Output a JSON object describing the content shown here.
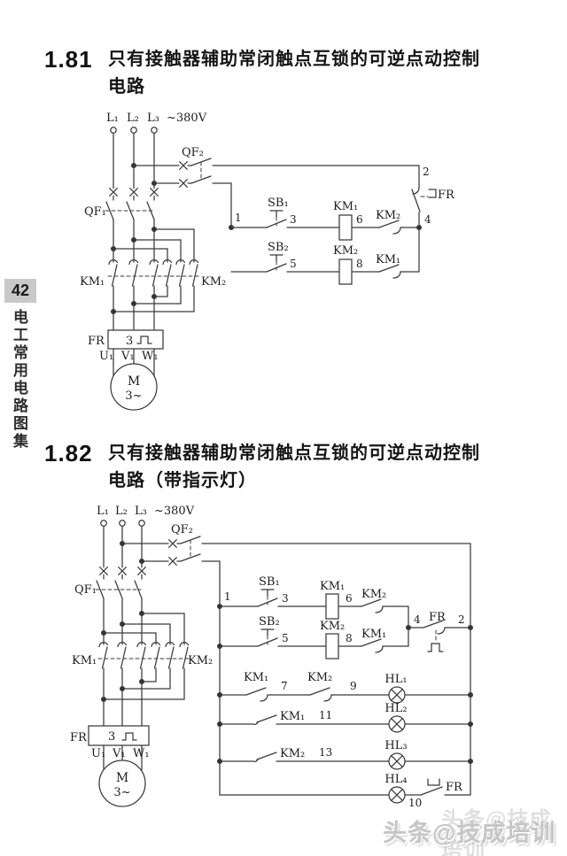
{
  "sidebar": {
    "page_number": "42",
    "book_title": "电工常用电路图集"
  },
  "watermark": {
    "text": "头条@技成培训"
  },
  "sections": {
    "s81": {
      "number": "1.81",
      "title_line1": "只有接触器辅助常闭触点互锁的可逆点动控制",
      "title_line2": "电路"
    },
    "s82": {
      "number": "1.82",
      "title_line1": "只有接触器辅助常闭触点互锁的可逆点动控制",
      "title_line2": "电路（带指示灯）"
    }
  },
  "colors": {
    "line": "#3a3a3a",
    "page_number_bg": "#c9c9c9",
    "watermark": "#c6c6c6"
  },
  "d81": {
    "phase_l1": "L₁",
    "phase_l2": "L₂",
    "phase_l3": "L₃",
    "voltage": "~380V",
    "qf2": "QF₂",
    "qf1": "QF₁",
    "node1": "1",
    "node2": "2",
    "node3": "3",
    "node4": "4",
    "node5": "5",
    "node6": "6",
    "node8": "8",
    "sb1": "SB₁",
    "sb2": "SB₂",
    "km1_coil": "KM₁",
    "km2_coil": "KM₂",
    "km2_interlock": "KM₂",
    "km1_interlock": "KM₁",
    "fr_contact": "FR",
    "km1_main": "KM₁",
    "km2_main": "KM₂",
    "fr_relay": "FR",
    "fr_poles": "3",
    "u1": "U₁",
    "v1": "V₁",
    "w1": "W₁",
    "motor": "M",
    "motor_phase": "3~"
  },
  "d82": {
    "phase_l1": "L₁",
    "phase_l2": "L₂",
    "phase_l3": "L₃",
    "voltage": "~380V",
    "qf2": "QF₂",
    "qf1": "QF₁",
    "node1": "1",
    "node2": "2",
    "node3": "3",
    "node4": "4",
    "node5": "5",
    "node6": "6",
    "node7": "7",
    "node8": "8",
    "node9": "9",
    "node10": "10",
    "node11": "11",
    "node13": "13",
    "sb1": "SB₁",
    "sb2": "SB₂",
    "km1_coil": "KM₁",
    "km2_coil": "KM₂",
    "km2_interlock": "KM₂",
    "km1_interlock": "KM₁",
    "fr_contact": "FR",
    "km1_main": "KM₁",
    "km2_main": "KM₂",
    "fr_relay": "FR",
    "fr_poles": "3",
    "u1": "U₁",
    "v1": "V₁",
    "w1": "W₁",
    "motor": "M",
    "motor_phase": "3~",
    "km1_lamp_nc": "KM₁",
    "km2_lamp_nc": "KM₂",
    "km1_lamp_no": "KM₁",
    "km2_lamp_no": "KM₂",
    "hl1": "HL₁",
    "hl2": "HL₂",
    "hl3": "HL₃",
    "hl4": "HL₄",
    "fr_lamp": "FR"
  }
}
